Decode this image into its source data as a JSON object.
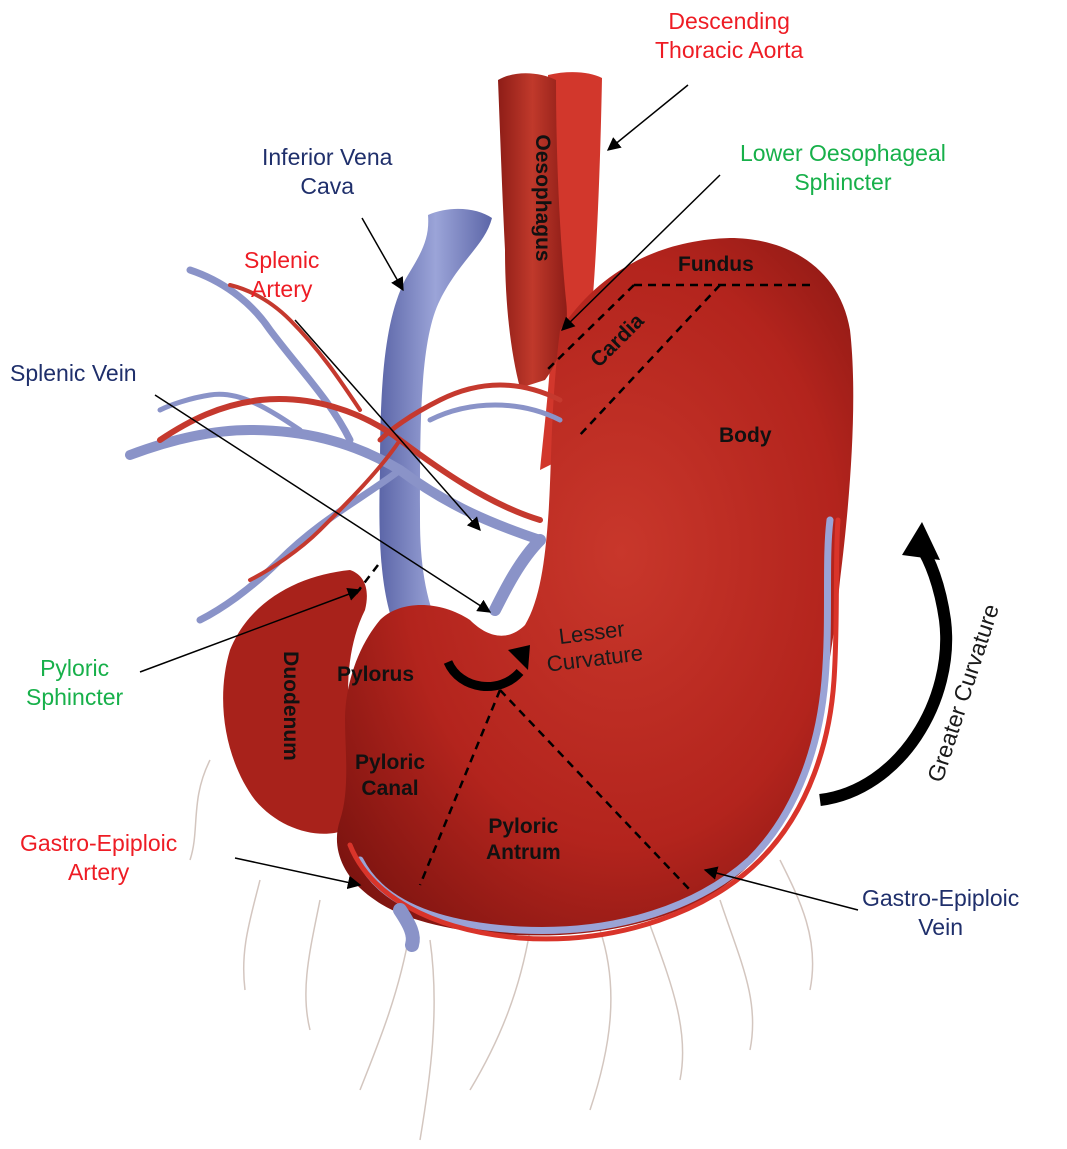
{
  "figure": {
    "colors": {
      "artery": "#ee1c24",
      "vein": "#1f2f6b",
      "sphincter": "#17b04a",
      "stomach": "#b3241d",
      "vena_cava": "#7b86c4"
    },
    "vessel_labels": {
      "descending_aorta": [
        "Descending",
        "Thoracic Aorta"
      ],
      "inferior_vena_cava": [
        "Inferior Vena",
        "Cava"
      ],
      "lower_oesophageal_sphincter": [
        "Lower Oesophageal",
        "Sphincter"
      ],
      "splenic_artery": [
        "Splenic",
        "Artery"
      ],
      "splenic_vein": "Splenic Vein",
      "pyloric_sphincter": [
        "Pyloric",
        "Sphincter"
      ],
      "gastro_epiploic_artery": [
        "Gastro-Epiploic",
        "Artery"
      ],
      "gastro_epiploic_vein": [
        "Gastro-Epiploic",
        "Vein"
      ]
    },
    "regions": {
      "oesophagus": "Oesophagus",
      "fundus": "Fundus",
      "cardia": "Cardia",
      "body": "Body",
      "duodenum": "Duodenum",
      "pylorus": "Pylorus",
      "pyloric_canal": [
        "Pyloric",
        "Canal"
      ],
      "pyloric_antrum": [
        "Pyloric",
        "Antrum"
      ]
    },
    "curvatures": {
      "lesser": [
        "Lesser",
        "Curvature"
      ],
      "greater": "Greater Curvature"
    }
  }
}
